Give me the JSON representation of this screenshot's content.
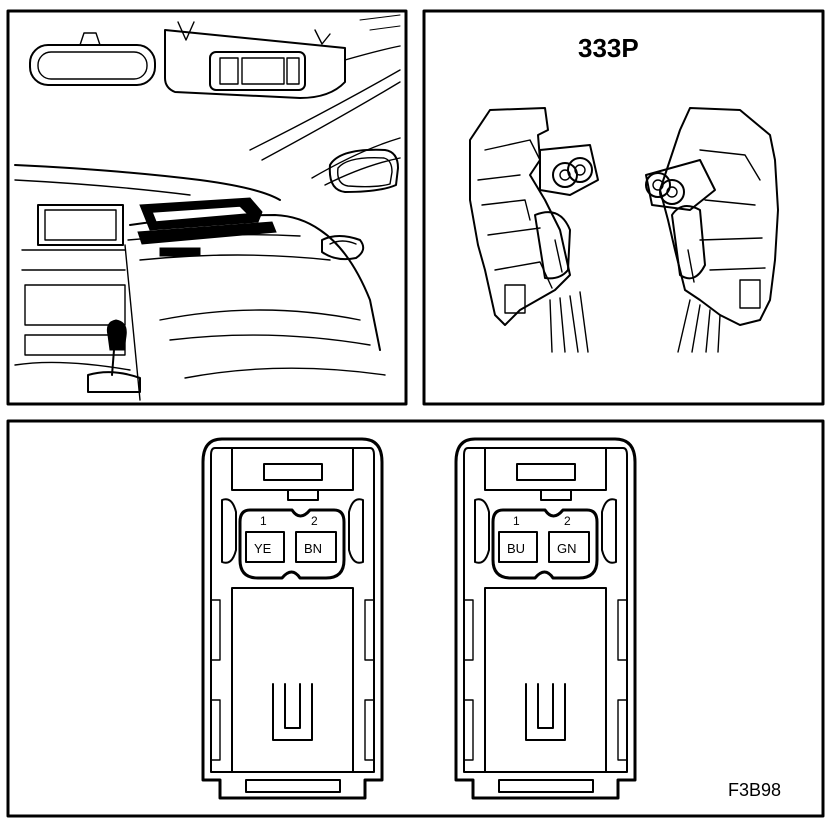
{
  "connector_title": "333P",
  "connectors": [
    {
      "pins": [
        {
          "number": "1",
          "color": "YE"
        },
        {
          "number": "2",
          "color": "BN"
        }
      ]
    },
    {
      "pins": [
        {
          "number": "1",
          "color": "BU"
        },
        {
          "number": "2",
          "color": "GN"
        }
      ]
    }
  ],
  "figure_code": "F3B98",
  "colors": {
    "ink": "#000000",
    "paper": "#ffffff"
  }
}
